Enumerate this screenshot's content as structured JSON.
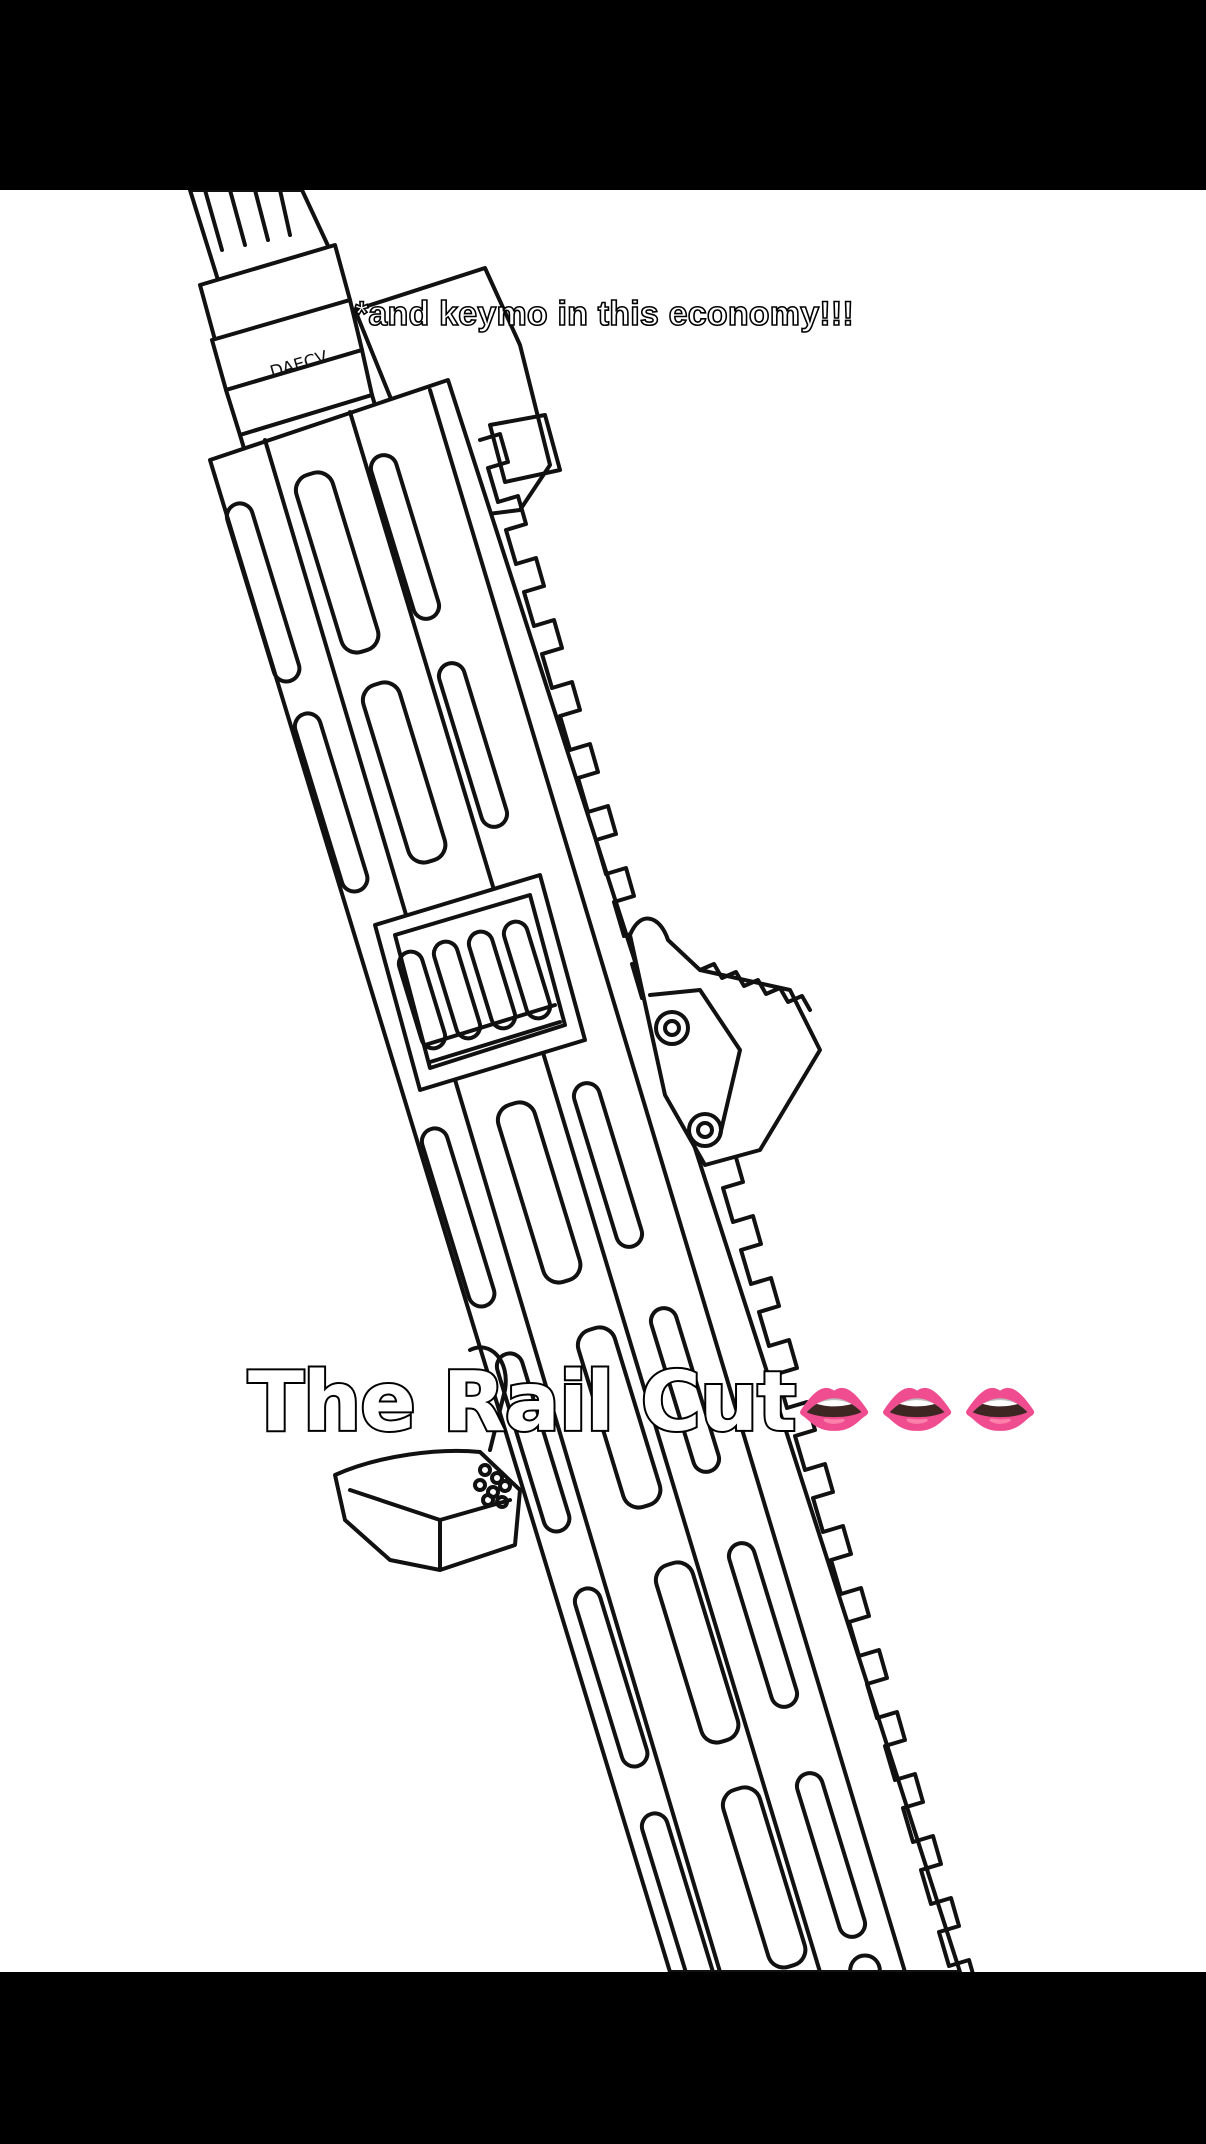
{
  "captions": {
    "top": "*and keymo in this economy!!!",
    "main_text": "The Rail Cut",
    "main_emoji": "👄👄👄"
  },
  "illustration": {
    "engraving": "DAECV",
    "colors": {
      "background": "#000000",
      "canvas": "#ffffff",
      "line": "#111111",
      "emoji": "#e2557a"
    }
  }
}
